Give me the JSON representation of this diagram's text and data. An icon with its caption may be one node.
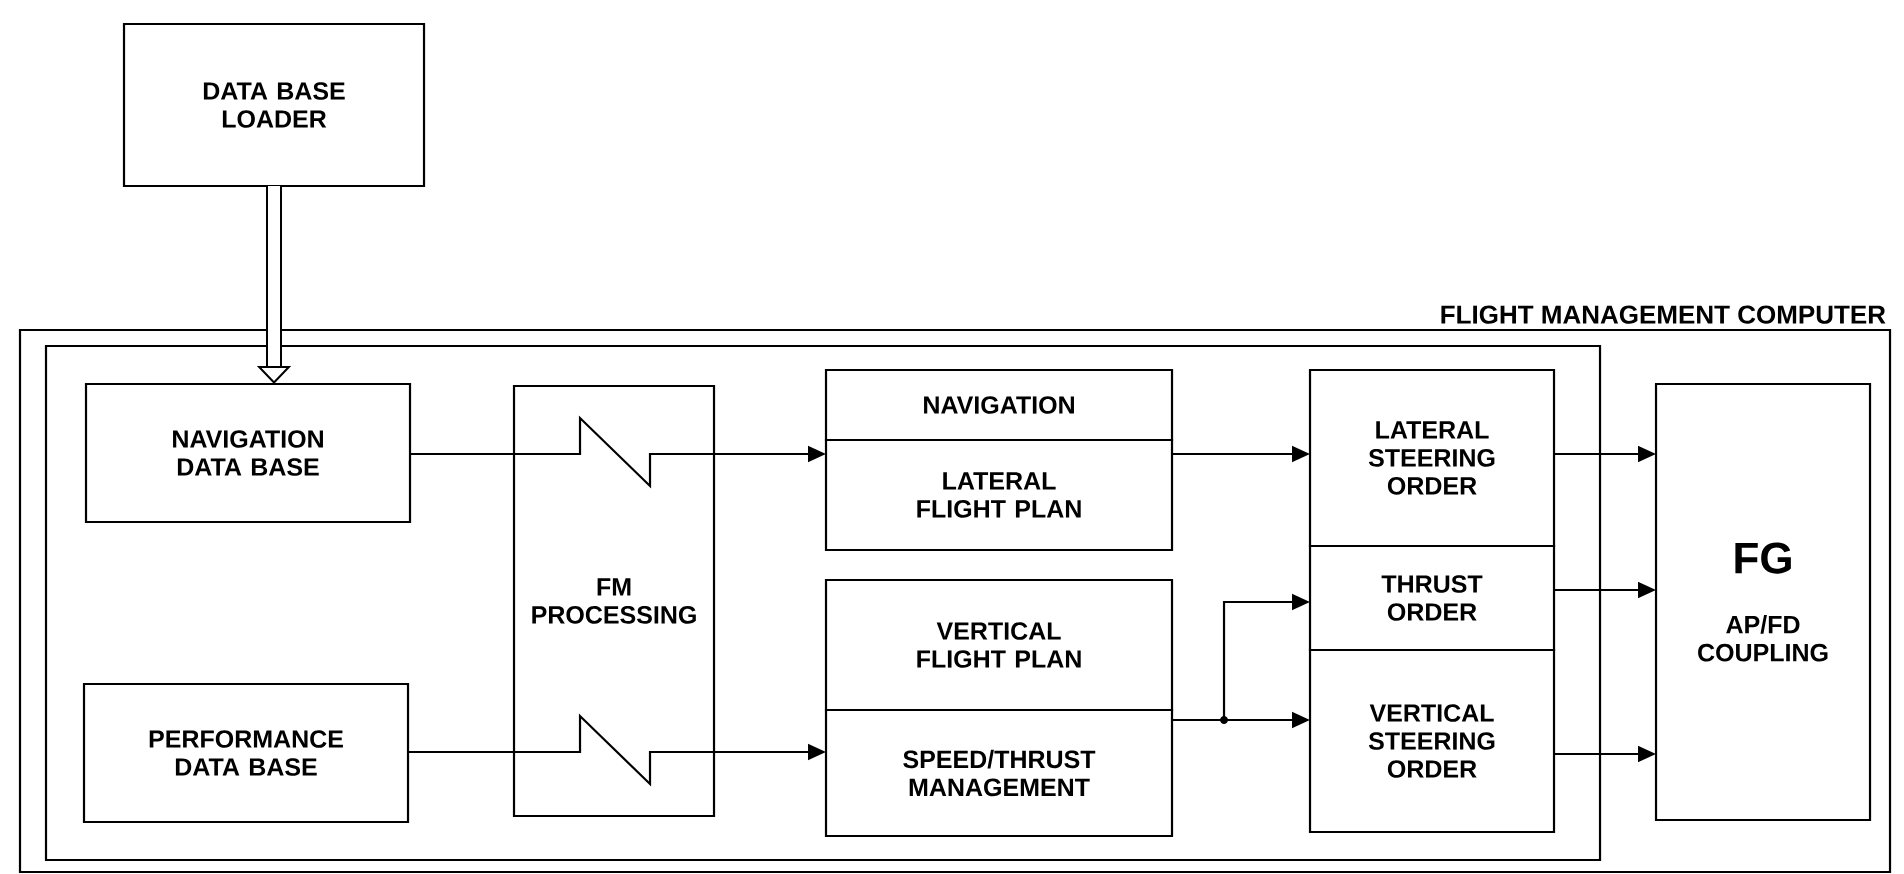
{
  "diagram": {
    "nodes": [
      {
        "text": [
          "DATA BASE LOADER"
        ]
      },
      {
        "text": [
          "FLIGHT MANAGEMENT COMPUTER"
        ]
      },
      {
        "text": [],
        "shape": "box",
        "in": 1
      },
      {
        "text": [
          "NAVIGATION DATA BASE"
        ],
        "in": 2
      },
      {
        "text": [
          "PERFORMANCE DATA BASE"
        ],
        "in": 2
      },
      {
        "text": [
          "FM PROCESSING"
        ],
        "in": 2
      },
      {
        "text": [
          "NAVIGATION"
        ],
        "in": 2
      },
      {
        "text": [
          "LATERAL FLIGHT PLAN"
        ],
        "in": 2
      },
      {
        "text": [
          "VERTICAL FLIGHT PLAN"
        ],
        "in": 2
      },
      {
        "text": [
          "SPEED/THRUST MANAGEMENT"
        ],
        "in": 2
      },
      {
        "text": [
          "LATERAL STEERING ORDER"
        ],
        "in": 2
      },
      {
        "text": [
          "THRUST ORDER"
        ],
        "in": 2
      },
      {
        "text": [
          "VERTICAL STEERING ORDER"
        ],
        "in": 2
      },
      {
        "text": [
          "FG",
          "AP/FD COUPLING"
        ],
        "in": 1
      }
    ],
    "edges": [
      {
        "from": 0,
        "to": 3,
        "arrow": "to",
        "style": "thick"
      },
      {
        "from": 3,
        "to": 5,
        "arrow": "none"
      },
      {
        "from": 5,
        "to": 7,
        "arrow": "to"
      },
      {
        "from": 4,
        "to": 5,
        "arrow": "none"
      },
      {
        "from": 5,
        "to": 9,
        "arrow": "to"
      },
      {
        "from": 7,
        "to": 10,
        "arrow": "to"
      },
      {
        "from": 9,
        "to": 11,
        "arrow": "to"
      },
      {
        "from": 9,
        "to": 12,
        "arrow": "to"
      },
      {
        "from": 10,
        "to": 13,
        "arrow": "to"
      },
      {
        "from": 11,
        "to": 13,
        "arrow": "to"
      },
      {
        "from": 12,
        "to": 13,
        "arrow": "to"
      }
    ]
  }
}
